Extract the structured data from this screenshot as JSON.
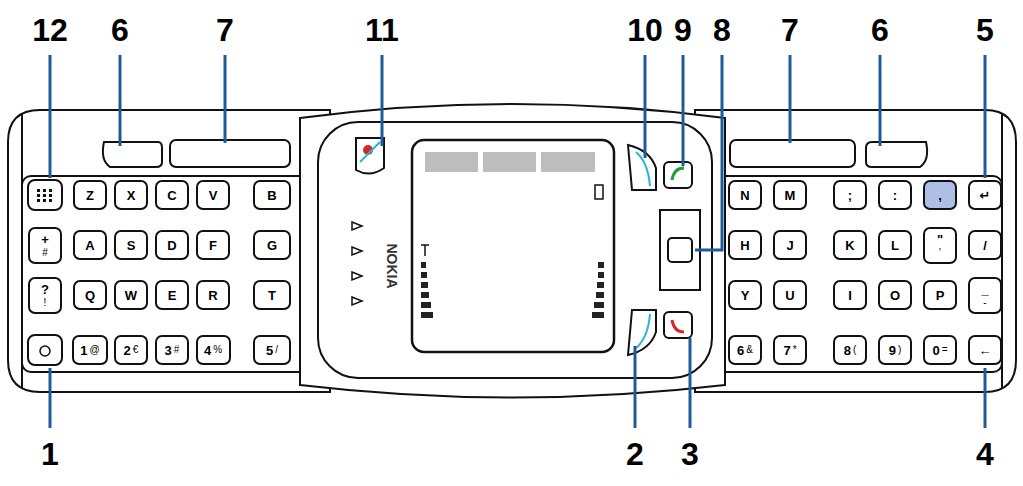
{
  "diagram": {
    "nodes": [
      {
        "text": [
          "Z"
        ]
      },
      {
        "text": [
          "X"
        ]
      },
      {
        "text": [
          "C"
        ]
      },
      {
        "text": [
          "V"
        ]
      },
      {
        "text": [
          "B"
        ]
      },
      {
        "text": [
          "N"
        ]
      },
      {
        "text": [
          "M"
        ]
      },
      {
        "text": [
          ";"
        ]
      },
      {
        "text": [
          ":"
        ]
      },
      {
        "text": [
          ","
        ]
      },
      {
        "text": [
          "↵"
        ]
      },
      {
        "text": [
          "+",
          "#"
        ]
      },
      {
        "text": [
          "A"
        ]
      },
      {
        "text": [
          "S"
        ]
      },
      {
        "text": [
          "D"
        ]
      },
      {
        "text": [
          "F"
        ]
      },
      {
        "text": [
          "G"
        ]
      },
      {
        "text": [
          "H"
        ]
      },
      {
        "text": [
          "J"
        ]
      },
      {
        "text": [
          "K"
        ]
      },
      {
        "text": [
          "L"
        ]
      },
      {
        "text": [
          "\"",
          "'"
        ]
      },
      {
        "text": [
          "/"
        ]
      },
      {
        "text": [
          "?",
          "!"
        ]
      },
      {
        "text": [
          "Q"
        ]
      },
      {
        "text": [
          "W"
        ]
      },
      {
        "text": [
          "E"
        ]
      },
      {
        "text": [
          "R"
        ]
      },
      {
        "text": [
          "T"
        ]
      },
      {
        "text": [
          "Y"
        ]
      },
      {
        "text": [
          "U"
        ]
      },
      {
        "text": [
          "I"
        ]
      },
      {
        "text": [
          "O"
        ]
      },
      {
        "text": [
          "P"
        ]
      },
      {
        "text": [
          "_",
          "-"
        ]
      },
      {
        "text": [
          "1",
          "@"
        ]
      },
      {
        "text": [
          "2",
          "€"
        ]
      },
      {
        "text": [
          "3",
          "#"
        ]
      },
      {
        "text": [
          "4",
          "%"
        ]
      },
      {
        "text": [
          "5",
          "/"
        ]
      },
      {
        "text": [
          "6",
          "&"
        ]
      },
      {
        "text": [
          "7",
          "*"
        ]
      },
      {
        "text": [
          "8",
          "("
        ]
      },
      {
        "text": [
          "9",
          ")"
        ]
      },
      {
        "text": [
          "0",
          "="
        ]
      },
      {
        "text": [
          "←"
        ]
      }
    ],
    "labels": [
      "12",
      "6",
      "7",
      "11",
      "10",
      "9",
      "8",
      "7",
      "6",
      "5",
      "NOKIA",
      "1",
      "2",
      "3",
      "4"
    ]
  }
}
